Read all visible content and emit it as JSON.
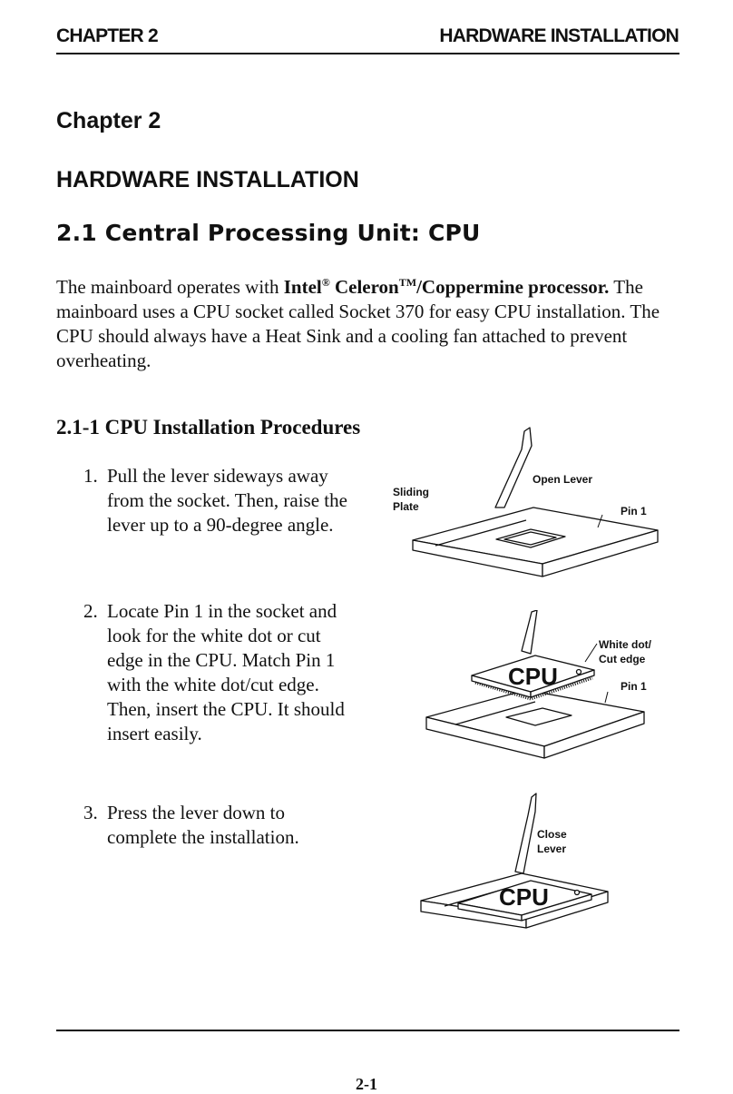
{
  "header": {
    "left": "CHAPTER 2",
    "right": "HARDWARE INSTALLATION"
  },
  "chapter_title": "Chapter 2",
  "hw_title": "HARDWARE INSTALLATION",
  "section_title": "2.1  Central Processing Unit: CPU",
  "intro": {
    "t1": "The mainboard operates with ",
    "b1": "Intel",
    "reg": "®",
    "b2": " Celeron",
    "tm": "TM",
    "b3": "/Coppermine processor.",
    "t2": "  The mainboard uses a CPU socket called Socket 370 for easy CPU installation. The CPU should always have a Heat Sink and a cooling fan attached to prevent overheating."
  },
  "subsection_title": "2.1-1 CPU Installation Procedures",
  "steps": [
    {
      "num": "1.",
      "text": "Pull the lever sideways away from the socket.  Then, raise the lever up to a 90-degree angle."
    },
    {
      "num": "2.",
      "text": "Locate Pin 1 in the socket and look for the white dot or cut edge in the CPU.  Match Pin 1 with the white dot/cut edge.  Then, insert the CPU. It should insert easily."
    },
    {
      "num": "3.",
      "text": "Press the lever down to complete the installation."
    }
  ],
  "figures": {
    "fig1": {
      "sliding1": "Sliding",
      "sliding2": "Plate",
      "open_lever": "Open Lever",
      "pin1": "Pin 1"
    },
    "fig2": {
      "cpu": "CPU",
      "white_dot1": "White dot/",
      "white_dot2": "Cut edge",
      "pin1": "Pin 1"
    },
    "fig3": {
      "close1": "Close",
      "close2": "Lever",
      "cpu": "CPU"
    }
  },
  "page_number": "2-1"
}
